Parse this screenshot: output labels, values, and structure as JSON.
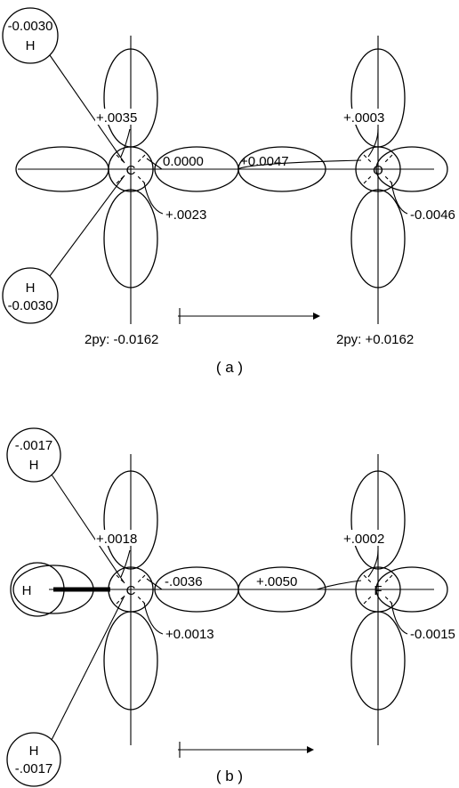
{
  "panel_a": {
    "caption": "( a )",
    "atom_left": "C",
    "atom_right": "O",
    "h_top": {
      "value": "-0.0030",
      "atom": "H"
    },
    "h_bottom": {
      "atom": "H",
      "value": "-0.0030"
    },
    "c_up_lobe": "+.0035",
    "c_bond_lobe": "0.0000",
    "c_center": "+.0023",
    "o_bond_lobe": "+0.0047",
    "o_up_lobe": "+.0003",
    "o_center": "-0.0046",
    "c_2py": "2py: -0.0162",
    "o_2py": "2py: +0.0162"
  },
  "panel_b": {
    "caption": "( b )",
    "atom_left": "C",
    "atom_right": "F",
    "atom_h": "H",
    "h_top": {
      "value": "-.0017",
      "atom": "H"
    },
    "h_bottom": {
      "atom": "H",
      "value": "-.0017"
    },
    "c_up_lobe": "+.0018",
    "c_bond_lobe": "-.0036",
    "c_center": "+0.0013",
    "f_bond_lobe": "+.0050",
    "f_up_lobe": "+.0002",
    "f_center": "-0.0015"
  }
}
